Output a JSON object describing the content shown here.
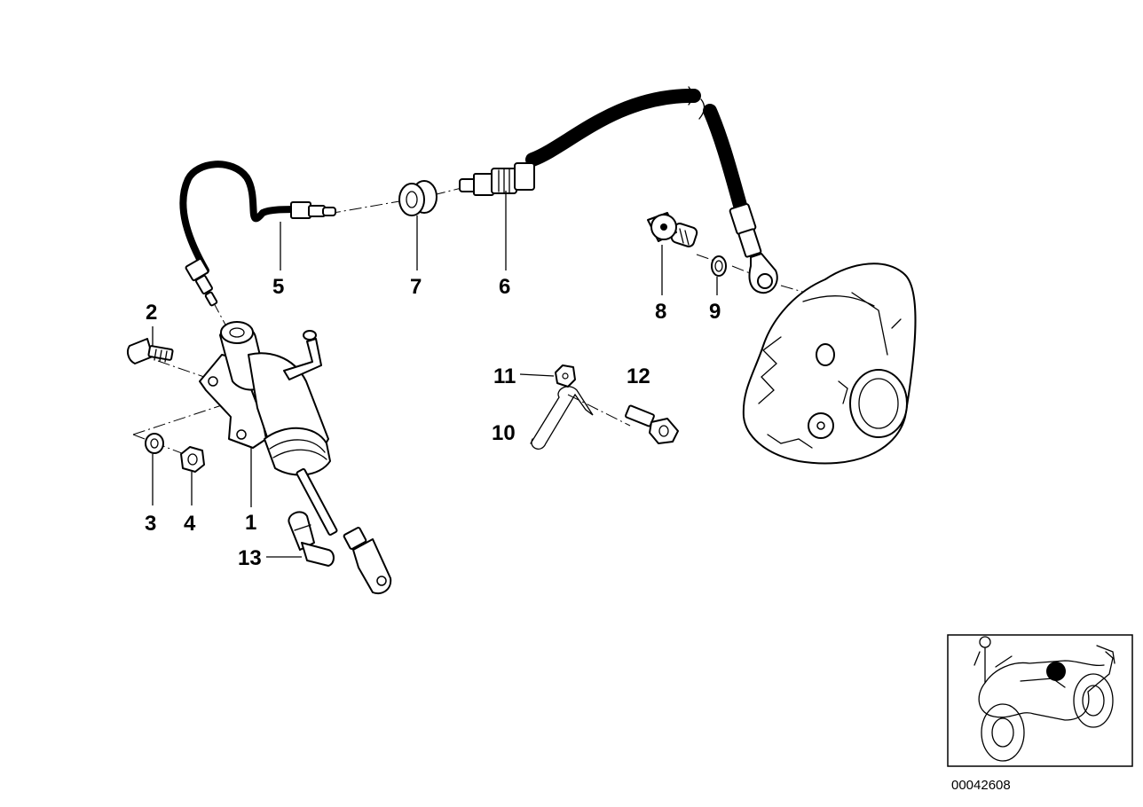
{
  "callouts": {
    "c1": "1",
    "c2": "2",
    "c3": "3",
    "c4": "4",
    "c5": "5",
    "c6": "6",
    "c7": "7",
    "c8": "8",
    "c9": "9",
    "c10": "10",
    "c11": "11",
    "c12": "12",
    "c13": "13"
  },
  "reference_code": "00042608",
  "locator_marker_color": "#000000"
}
